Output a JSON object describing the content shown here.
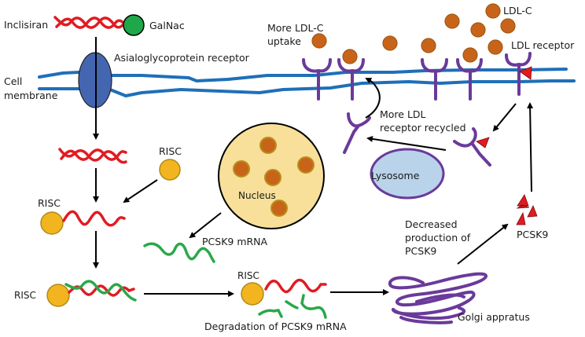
{
  "labels": {
    "inclisiran": "Inclisiran",
    "galnac": "GalNac",
    "asgpr": "Asialoglycoprotein receptor",
    "cell_membrane_1": "Cell",
    "cell_membrane_2": "membrane",
    "more_ldl_uptake_1": "More LDL-C",
    "more_ldl_uptake_2": "uptake",
    "ldl_c": "LDL-C",
    "ldl_receptor": "LDL receptor",
    "recycled_1": "More LDL",
    "recycled_2": "receptor recycled",
    "risc_1": "RISC",
    "risc_2": "RISC",
    "risc_3": "RISC",
    "risc_4": "RISC",
    "nucleus": "Nucleus",
    "lysosome": "Lysosome",
    "pcsk9_mrna": "PCSK9 mRNA",
    "decreased_1": "Decreased",
    "decreased_2": "production of",
    "decreased_3": "PCSK9",
    "pcsk9": "PCSK9",
    "degradation": "Degradation of PCSK9 mRNA",
    "golgi": "Golgi appratus"
  },
  "colors": {
    "membrane": "#1f6fb8",
    "asgpr": "#4466b0",
    "inclisiran": "#e11b22",
    "galnac": "#1fa84a",
    "risc": "#f2b51f",
    "risc_stroke": "#b08a1a",
    "mrna": "#2aa84a",
    "ldl": "#c8641a",
    "ldl_stroke": "#a05a10",
    "receptor": "#6a3a9a",
    "pcsk9": "#e11b22",
    "nucleus": "#f8e09a",
    "nucleolus": "#c8641a",
    "lysosome_fill": "#b9d3ea",
    "lysosome_stroke": "#6a3a9a",
    "golgi": "#6a3a9a"
  }
}
